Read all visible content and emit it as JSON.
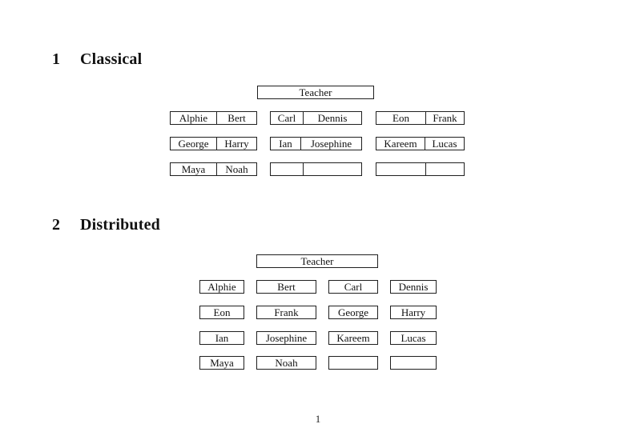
{
  "page": {
    "number": "1"
  },
  "sections": [
    {
      "number": "1",
      "title": "Classical"
    },
    {
      "number": "2",
      "title": "Distributed"
    }
  ],
  "classical": {
    "teacher_label": "Teacher",
    "desks": [
      {
        "left": "Alphie",
        "right": "Bert"
      },
      {
        "left": "Carl",
        "right": "Dennis"
      },
      {
        "left": "Eon",
        "right": "Frank"
      },
      {
        "left": "George",
        "right": "Harry"
      },
      {
        "left": "Ian",
        "right": "Josephine"
      },
      {
        "left": "Kareem",
        "right": "Lucas"
      },
      {
        "left": "Maya",
        "right": "Noah"
      },
      {
        "left": "",
        "right": ""
      },
      {
        "left": "",
        "right": ""
      }
    ]
  },
  "distributed": {
    "teacher_label": "Teacher",
    "seats": [
      "Alphie",
      "Bert",
      "Carl",
      "Dennis",
      "Eon",
      "Frank",
      "George",
      "Harry",
      "Ian",
      "Josephine",
      "Kareem",
      "Lucas",
      "Maya",
      "Noah",
      "",
      ""
    ]
  },
  "colors": {
    "border": "#1f1f1f",
    "text": "#111111",
    "background": "#ffffff"
  }
}
